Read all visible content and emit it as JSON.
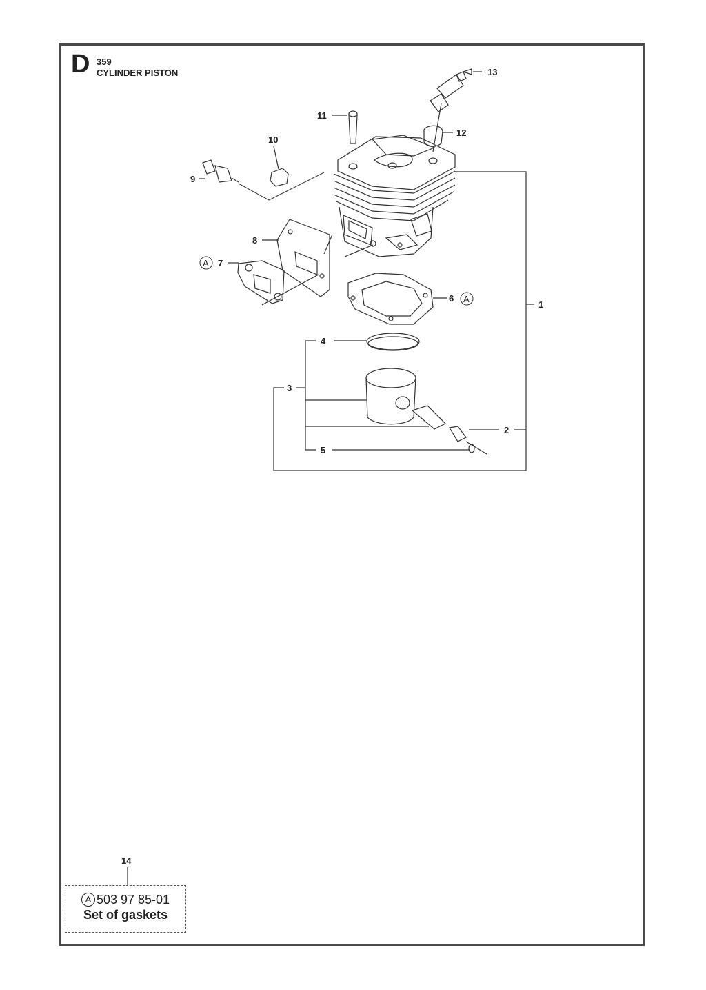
{
  "header": {
    "section_letter": "D",
    "model": "359",
    "title": "CYLINDER PISTON"
  },
  "callouts": {
    "c1": "1",
    "c2": "2",
    "c3": "3",
    "c4": "4",
    "c5": "5",
    "c6": "6",
    "c7": "7",
    "c8": "8",
    "c9": "9",
    "c10": "10",
    "c11": "11",
    "c12": "12",
    "c13": "13"
  },
  "kit_marker": "A",
  "kit": {
    "number": "14",
    "marker": "A",
    "part_number": "503 97 85-01",
    "description": "Set of gaskets"
  }
}
